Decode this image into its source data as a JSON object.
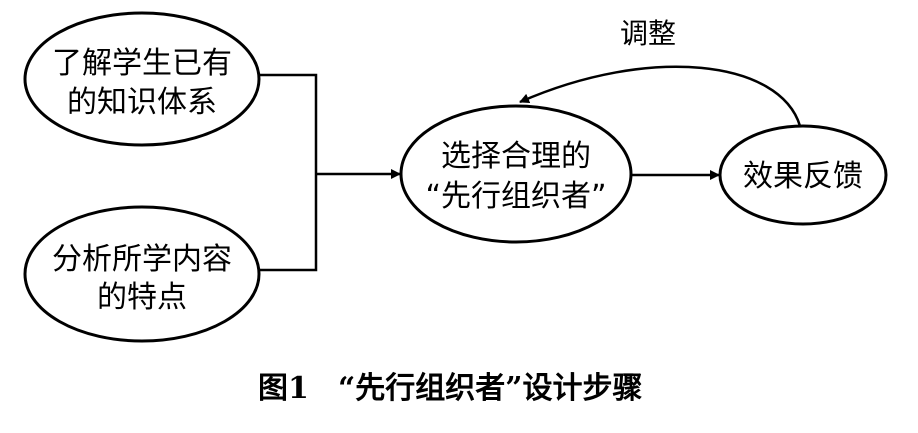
{
  "nodes": {
    "knowledge": {
      "line1": "了解学生已有",
      "line2": "的知识体系"
    },
    "content": {
      "line1": "分析所学内容",
      "line2": "的特点"
    },
    "choose": {
      "line1": "选择合理的",
      "line2": "“先行组织者”"
    },
    "feedback": {
      "line1": "效果反馈"
    }
  },
  "edges": {
    "adjust_label": "调整"
  },
  "caption": {
    "number": "图1",
    "text": "“先行组织者”设计步骤"
  },
  "colors": {
    "stroke": "#000000",
    "background": "#ffffff"
  }
}
